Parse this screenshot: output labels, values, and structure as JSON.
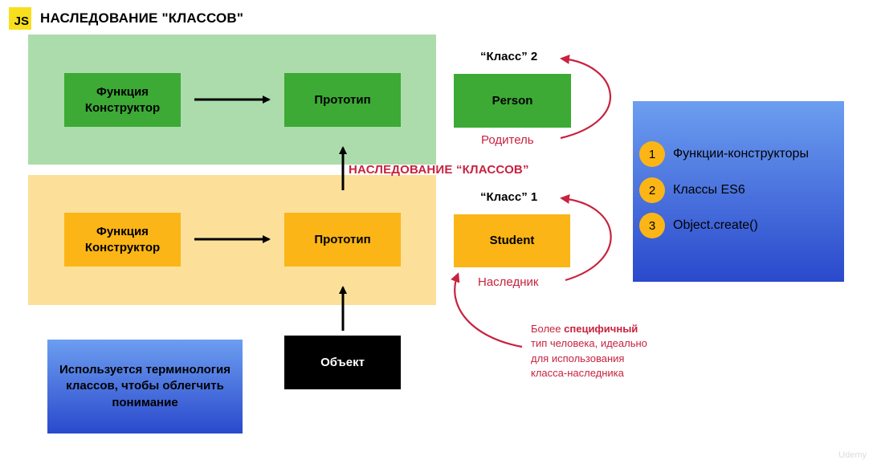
{
  "header": {
    "logo_text": "JS",
    "title": "НАСЛЕДОВАНИЕ \"КЛАССОВ\""
  },
  "diagram": {
    "top_row": {
      "constructor": "Функция Конструктор",
      "prototype": "Прототип",
      "class_label": "“Класс” 2",
      "class_name": "Person",
      "role": "Родитель"
    },
    "bottom_row": {
      "constructor": "Функция Конструктор",
      "prototype": "Прототип",
      "class_label": "“Класс” 1",
      "class_name": "Student",
      "role": "Наследник"
    },
    "inheritance_label": "НАСЛЕДОВАНИЕ “КЛАССОВ”",
    "object": "Объект",
    "note": "Используется терминология классов, чтобы облегчить понимание",
    "explanation": {
      "prefix": "Более ",
      "bold": "специфичный",
      "rest": "тип человека, идеально для использования класса-наследника"
    }
  },
  "methods_panel": {
    "items": [
      {
        "number": "1",
        "label": "Функции-конструкторы"
      },
      {
        "number": "2",
        "label": "Классы ES6"
      },
      {
        "number": "3",
        "label": "Object.create()"
      }
    ]
  },
  "watermark": "Udemy",
  "colors": {
    "green_band": "#acdcac",
    "green_box": "#3caa35",
    "yellow_band": "#fce09a",
    "yellow_box": "#fbb516",
    "accent_red": "#c8223f",
    "blue_panel": "#2a49cc"
  }
}
